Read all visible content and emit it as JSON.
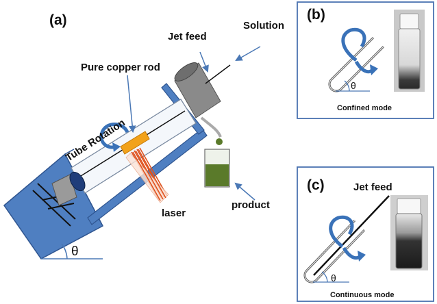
{
  "figure": {
    "panel_a": {
      "label": "(a)",
      "annotations": {
        "solution": "Solution",
        "jet_feed": "Jet feed",
        "copper_rod": "Pure copper rod",
        "tube_rotation": "Tube Rotation",
        "laser": "laser",
        "product": "product",
        "theta": "θ"
      }
    },
    "panel_b": {
      "label": "(b)",
      "theta": "θ",
      "caption": "Confined mode"
    },
    "panel_c": {
      "label": "(c)",
      "jet_feed": "Jet feed",
      "theta": "θ",
      "caption": "Continuous mode"
    },
    "colors": {
      "frame_blue": "#4f7fc1",
      "frame_dark": "#2f5590",
      "rotation_arrow": "#3a72b8",
      "copper": "#f2a21a",
      "laser": "#e0531f",
      "liquid": "#5a7a2a",
      "feed_gray": "#8a8a8a",
      "border": "#4a72b0"
    }
  }
}
